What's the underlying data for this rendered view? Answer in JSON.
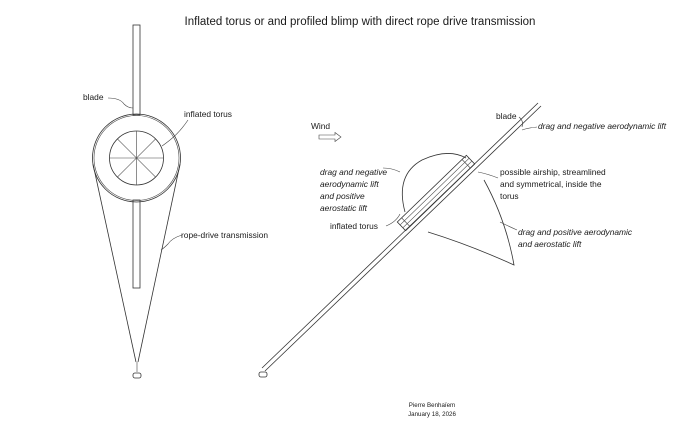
{
  "title": "Inflated torus or and profiled blimp with direct rope drive transmission",
  "left_figure": {
    "blade_label": "blade",
    "torus_label": "inflated torus",
    "rope_label": "rope-drive transmission"
  },
  "right_figure": {
    "wind_label": "Wind",
    "blade_label": "blade",
    "blade_force": "drag and negative aerodynamic lift",
    "upper_force": [
      "drag and negative",
      "aerodynamic lift",
      "and positive",
      "aerostatic lift"
    ],
    "airship_note": [
      "possible airship, streamlined",
      "and symmetrical, inside the",
      "torus"
    ],
    "lower_force": [
      "drag and positive aerodynamic",
      "and aerostatic lift"
    ],
    "torus_label": "inflated torus"
  },
  "author": "Pierre Benhaïem",
  "date": "January 18, 2026",
  "colors": {
    "line": "#333333",
    "text": "#1a1a1a",
    "background": "#ffffff"
  }
}
